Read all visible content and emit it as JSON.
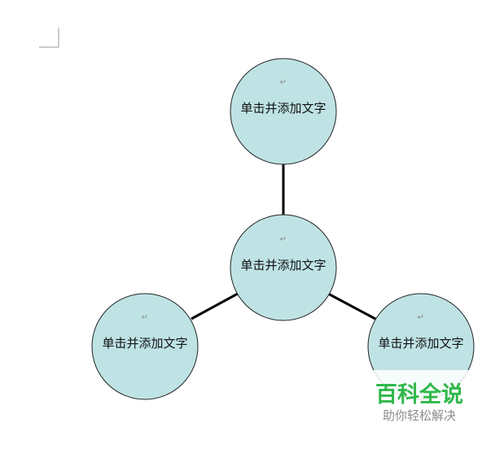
{
  "diagram": {
    "nodes": [
      {
        "id": "top",
        "label": "单击并添加文字",
        "mark": "↵"
      },
      {
        "id": "center",
        "label": "单击并添加文字",
        "mark": "↵"
      },
      {
        "id": "left",
        "label": "单击并添加文字",
        "mark": "↵"
      },
      {
        "id": "right",
        "label": "单击并添加文字",
        "mark": "↵"
      }
    ],
    "fill_color": "#bfe3e5",
    "line_color": "#000000"
  },
  "watermark": {
    "title": "百科全说",
    "subtitle": "助你轻松解决",
    "color": "#2fb84a"
  }
}
